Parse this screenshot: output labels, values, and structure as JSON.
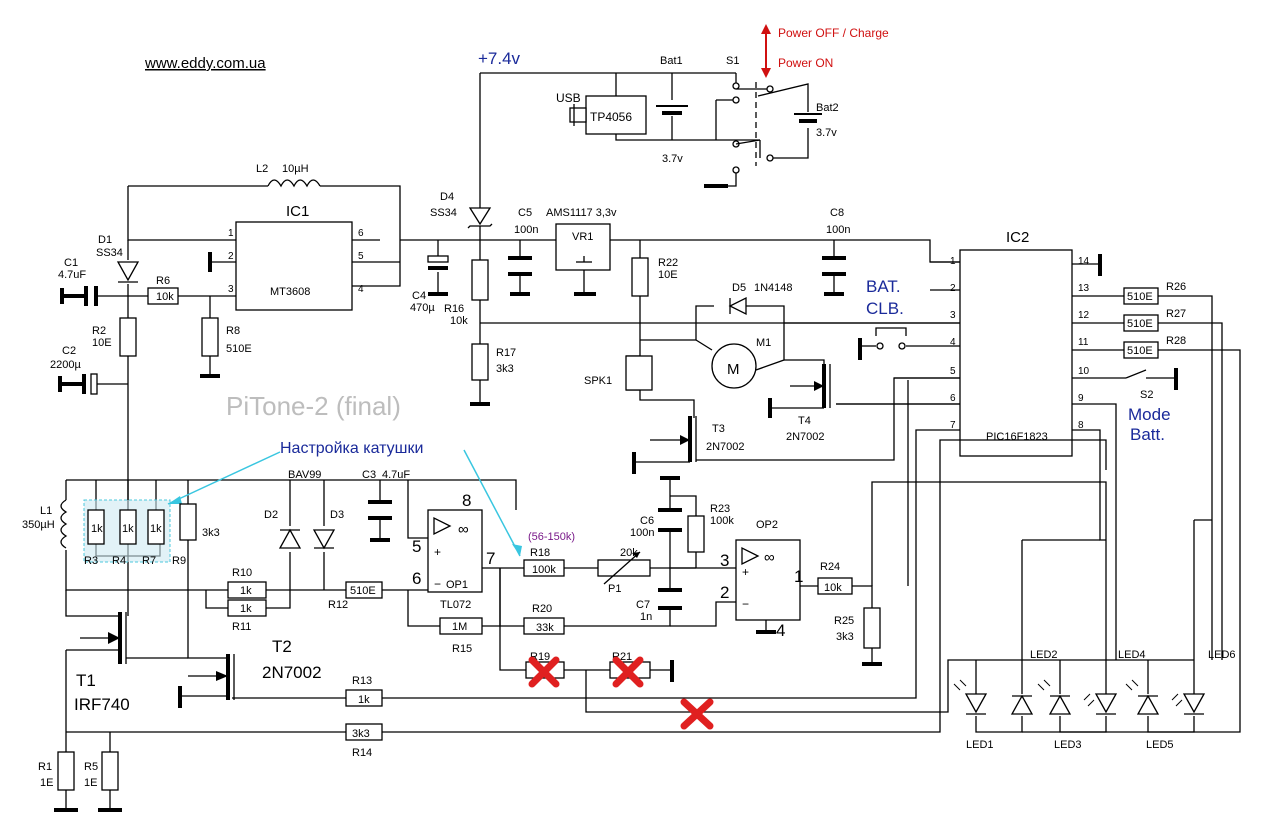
{
  "header": {
    "url": "www.eddy.com.ua",
    "supply": "+7.4v",
    "watermark": "PiTone-2 (final)",
    "coil_note": "Настройка катушки",
    "power_off": "Power OFF / Charge",
    "power_on": "Power ON",
    "bat_clb_1": "BAT.",
    "bat_clb_2": "CLB.",
    "mode_1": "Mode",
    "mode_2": "Batt."
  },
  "ic": {
    "ic1": {
      "ref": "IC1",
      "part": "MT3608",
      "pins": [
        "1",
        "2",
        "3",
        "6",
        "5",
        "4"
      ]
    },
    "ic2": {
      "ref": "IC2",
      "part": "PIC16F1823",
      "pins_left": [
        "1",
        "2",
        "3",
        "4",
        "5",
        "6",
        "7"
      ],
      "pins_right": [
        "14",
        "13",
        "12",
        "11",
        "10",
        "9",
        "8"
      ]
    },
    "vr1": {
      "ref": "VR1",
      "part": "AMS1117 3,3v"
    },
    "tp": {
      "usb": "USB",
      "part": "TP4056"
    },
    "op1": {
      "ref": "OP1",
      "part": "TL072",
      "p8": "8",
      "p5": "5",
      "p6": "6",
      "p7": "7",
      "plus": "+",
      "minus": "−",
      "inf": "∞"
    },
    "op2": {
      "ref": "OP2",
      "p3": "3",
      "p2": "2",
      "p1": "1",
      "p4": "4",
      "plus": "+",
      "minus": "−",
      "inf": "∞"
    }
  },
  "parts": {
    "L2": {
      "ref": "L2",
      "val": "10µH"
    },
    "D1": {
      "ref": "D1",
      "val": "SS34"
    },
    "D4": {
      "ref": "D4",
      "val": "SS34"
    },
    "C1": {
      "ref": "C1",
      "val": "4.7uF"
    },
    "C2": {
      "ref": "C2",
      "val": "2200µ"
    },
    "C4": {
      "ref": "C4",
      "val": "470µ"
    },
    "C5": {
      "ref": "C5",
      "val": "100n"
    },
    "C8": {
      "ref": "C8",
      "val": "100n"
    },
    "C3": {
      "ref": "C3",
      "val": "4.7uF"
    },
    "C6": {
      "ref": "C6",
      "val": "100n"
    },
    "C7": {
      "ref": "C7",
      "val": "1n"
    },
    "R6": {
      "ref": "R6",
      "val": "10k"
    },
    "R2": {
      "ref": "R2",
      "val": "10E"
    },
    "R8": {
      "ref": "R8",
      "val": "510E"
    },
    "R16": {
      "ref": "R16",
      "val": "10k"
    },
    "R17": {
      "ref": "R17",
      "val": "3k3"
    },
    "R22": {
      "ref": "R22",
      "val": "10E"
    },
    "R26": {
      "ref": "R26",
      "val": "510E"
    },
    "R27": {
      "ref": "R27",
      "val": "510E"
    },
    "R28": {
      "ref": "R28",
      "val": "510E"
    },
    "L1": {
      "ref": "L1",
      "val": "350µH"
    },
    "R3": {
      "ref": "R3",
      "val": "1k"
    },
    "R4": {
      "ref": "R4",
      "val": "1k"
    },
    "R7": {
      "ref": "R7",
      "val": "1k"
    },
    "R9": {
      "ref": "R9",
      "val": "3k3"
    },
    "D2": {
      "ref": "D2"
    },
    "D3": {
      "ref": "D3"
    },
    "BAV": {
      "ref": "BAV99"
    },
    "R10": {
      "ref": "R10",
      "val": "1k"
    },
    "R11": {
      "ref": "R11",
      "val": "1k"
    },
    "R12": {
      "ref": "R12",
      "val": "510E"
    },
    "R15": {
      "ref": "R15",
      "val": "1M"
    },
    "R18": {
      "ref": "R18",
      "val": "100k",
      "range": "(56-150k)"
    },
    "P1": {
      "ref": "P1",
      "val": "20k"
    },
    "R20": {
      "ref": "R20",
      "val": "33k"
    },
    "R23": {
      "ref": "R23",
      "val": "100k"
    },
    "R24": {
      "ref": "R24",
      "val": "10k"
    },
    "R25": {
      "ref": "R25",
      "val": "3k3"
    },
    "R19": {
      "ref": "R19"
    },
    "R21": {
      "ref": "R21"
    },
    "R13": {
      "ref": "R13",
      "val": "1k"
    },
    "R14": {
      "ref": "R14",
      "val": "3k3"
    },
    "R1": {
      "ref": "R1",
      "val": "1E"
    },
    "R5": {
      "ref": "R5",
      "val": "1E"
    },
    "T1": {
      "ref": "T1",
      "val": "IRF740"
    },
    "T2": {
      "ref": "T2",
      "val": "2N7002"
    },
    "T3": {
      "ref": "T3",
      "val": "2N7002"
    },
    "T4": {
      "ref": "T4",
      "val": "2N7002"
    },
    "D5": {
      "ref": "D5",
      "val": "1N4148"
    },
    "M1": {
      "ref": "M1",
      "sym": "M"
    },
    "SPK1": {
      "ref": "SPK1"
    },
    "S1": {
      "ref": "S1"
    },
    "S2": {
      "ref": "S2"
    },
    "Bat1": {
      "ref": "Bat1",
      "val": "3.7v"
    },
    "Bat2": {
      "ref": "Bat2",
      "val": "3.7v"
    },
    "LED1": {
      "ref": "LED1"
    },
    "LED2": {
      "ref": "LED2"
    },
    "LED3": {
      "ref": "LED3"
    },
    "LED4": {
      "ref": "LED4"
    },
    "LED5": {
      "ref": "LED5"
    },
    "LED6": {
      "ref": "LED6"
    }
  }
}
